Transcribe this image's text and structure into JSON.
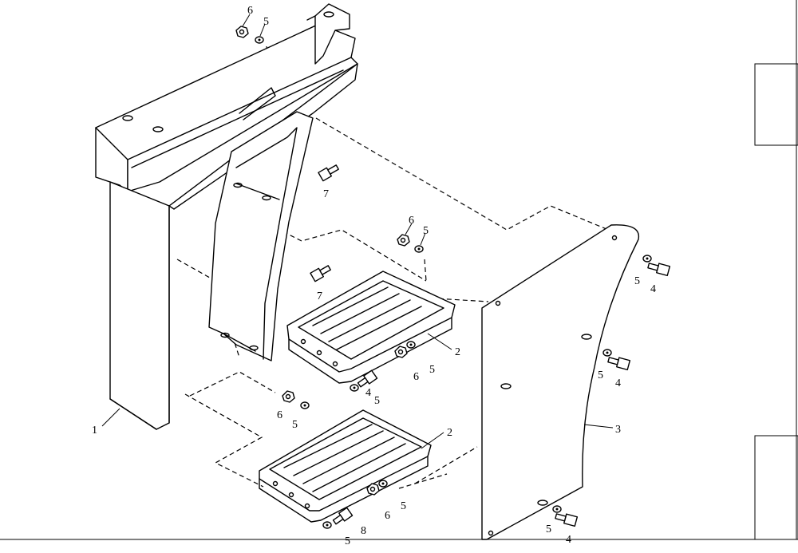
{
  "diagram": {
    "callouts": [
      {
        "id": "c1",
        "text": "1"
      },
      {
        "id": "c2a",
        "text": "2"
      },
      {
        "id": "c2b",
        "text": "2"
      },
      {
        "id": "c3",
        "text": "3"
      },
      {
        "id": "c4a",
        "text": "4"
      },
      {
        "id": "c4b",
        "text": "4"
      },
      {
        "id": "c4c",
        "text": "4"
      },
      {
        "id": "c4d",
        "text": "4"
      },
      {
        "id": "c5a",
        "text": "5"
      },
      {
        "id": "c5b",
        "text": "5"
      },
      {
        "id": "c5c",
        "text": "5"
      },
      {
        "id": "c5d",
        "text": "5"
      },
      {
        "id": "c5e",
        "text": "5"
      },
      {
        "id": "c5f",
        "text": "5"
      },
      {
        "id": "c5g",
        "text": "5"
      },
      {
        "id": "c5h",
        "text": "5"
      },
      {
        "id": "c5i",
        "text": "5"
      },
      {
        "id": "c5j",
        "text": "5"
      },
      {
        "id": "c6a",
        "text": "6"
      },
      {
        "id": "c6b",
        "text": "6"
      },
      {
        "id": "c6c",
        "text": "6"
      },
      {
        "id": "c6d",
        "text": "6"
      },
      {
        "id": "c6e",
        "text": "6"
      },
      {
        "id": "c7a",
        "text": "7"
      },
      {
        "id": "c7b",
        "text": "7"
      },
      {
        "id": "c8",
        "text": "8"
      }
    ]
  }
}
